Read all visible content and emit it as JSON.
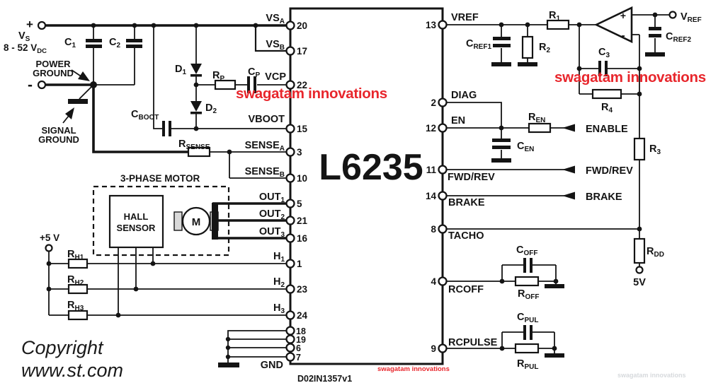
{
  "ic": {
    "part": "L6235",
    "drawing_code": "D02IN1357v1"
  },
  "watermark": {
    "text": "swagatam innovations",
    "color": "#e8262c"
  },
  "copyright": {
    "line1": "Copyright",
    "line2": "www.st.com"
  },
  "supply": {
    "plus": "+",
    "minus": "-",
    "vs_main": "V",
    "vs_sub": "S",
    "range_main": "8 - 52 V",
    "range_sub": "DC",
    "power_ground_l1": "POWER",
    "power_ground_l2": "GROUND",
    "signal_ground_l1": "SIGNAL",
    "signal_ground_l2": "GROUND",
    "plus5v": "+5 V"
  },
  "opamp": {
    "plus": "+",
    "minus": "-"
  },
  "motor": {
    "box_label": "3-PHASE MOTOR",
    "hall_l1": "HALL",
    "hall_l2": "SENSOR",
    "m": "M"
  },
  "signals": {
    "enable": "ENABLE",
    "fwdrev": "FWD/REV",
    "brake": "BRAKE",
    "v5": "5V",
    "gnd": "GND",
    "vref_m": "V",
    "vref_s": "REF"
  },
  "components": {
    "c1": {
      "m": "C",
      "s": "1"
    },
    "c2": {
      "m": "C",
      "s": "2"
    },
    "d1": {
      "m": "D",
      "s": "1"
    },
    "d2": {
      "m": "D",
      "s": "2"
    },
    "rp": {
      "m": "R",
      "s": "P"
    },
    "cp": {
      "m": "C",
      "s": "P"
    },
    "cboot": {
      "m": "C",
      "s": "BOOT"
    },
    "rsense": {
      "m": "R",
      "s": "SENSE"
    },
    "rh1": {
      "m": "R",
      "s": "H1"
    },
    "rh2": {
      "m": "R",
      "s": "H2"
    },
    "rh3": {
      "m": "R",
      "s": "H3"
    },
    "r1": {
      "m": "R",
      "s": "1"
    },
    "r2": {
      "m": "R",
      "s": "2"
    },
    "r3": {
      "m": "R",
      "s": "3"
    },
    "r4": {
      "m": "R",
      "s": "4"
    },
    "c3": {
      "m": "C",
      "s": "3"
    },
    "cref1": {
      "m": "C",
      "s": "REF1"
    },
    "cref2": {
      "m": "C",
      "s": "REF2"
    },
    "ren": {
      "m": "R",
      "s": "EN"
    },
    "cen": {
      "m": "C",
      "s": "EN"
    },
    "rdd": {
      "m": "R",
      "s": "DD"
    },
    "coff": {
      "m": "C",
      "s": "OFF"
    },
    "roff": {
      "m": "R",
      "s": "OFF"
    },
    "cpul": {
      "m": "C",
      "s": "PUL"
    },
    "rpul": {
      "m": "R",
      "s": "PUL"
    }
  },
  "pins_left": [
    {
      "num": "20",
      "m": "VS",
      "s": "A"
    },
    {
      "num": "17",
      "m": "VS",
      "s": "B"
    },
    {
      "num": "22",
      "m": "VCP",
      "s": ""
    },
    {
      "num": "15",
      "m": "VBOOT",
      "s": ""
    },
    {
      "num": "3",
      "m": "SENSE",
      "s": "A"
    },
    {
      "num": "10",
      "m": "SENSE",
      "s": "B"
    },
    {
      "num": "5",
      "m": "OUT",
      "s": "1"
    },
    {
      "num": "21",
      "m": "OUT",
      "s": "2"
    },
    {
      "num": "16",
      "m": "OUT",
      "s": "3"
    },
    {
      "num": "1",
      "m": "H",
      "s": "1"
    },
    {
      "num": "23",
      "m": "H",
      "s": "2"
    },
    {
      "num": "24",
      "m": "H",
      "s": "3"
    },
    {
      "num": "18"
    },
    {
      "num": "19"
    },
    {
      "num": "6"
    },
    {
      "num": "7"
    }
  ],
  "pins_right": [
    {
      "num": "13",
      "label": "VREF"
    },
    {
      "num": "2",
      "label": "DIAG"
    },
    {
      "num": "12",
      "label": "EN"
    },
    {
      "num": "11",
      "label": "FWD/REV"
    },
    {
      "num": "14",
      "label": "BRAKE"
    },
    {
      "num": "8",
      "label": "TACHO"
    },
    {
      "num": "4",
      "label": "RCOFF"
    },
    {
      "num": "9",
      "label": "RCPULSE"
    }
  ]
}
